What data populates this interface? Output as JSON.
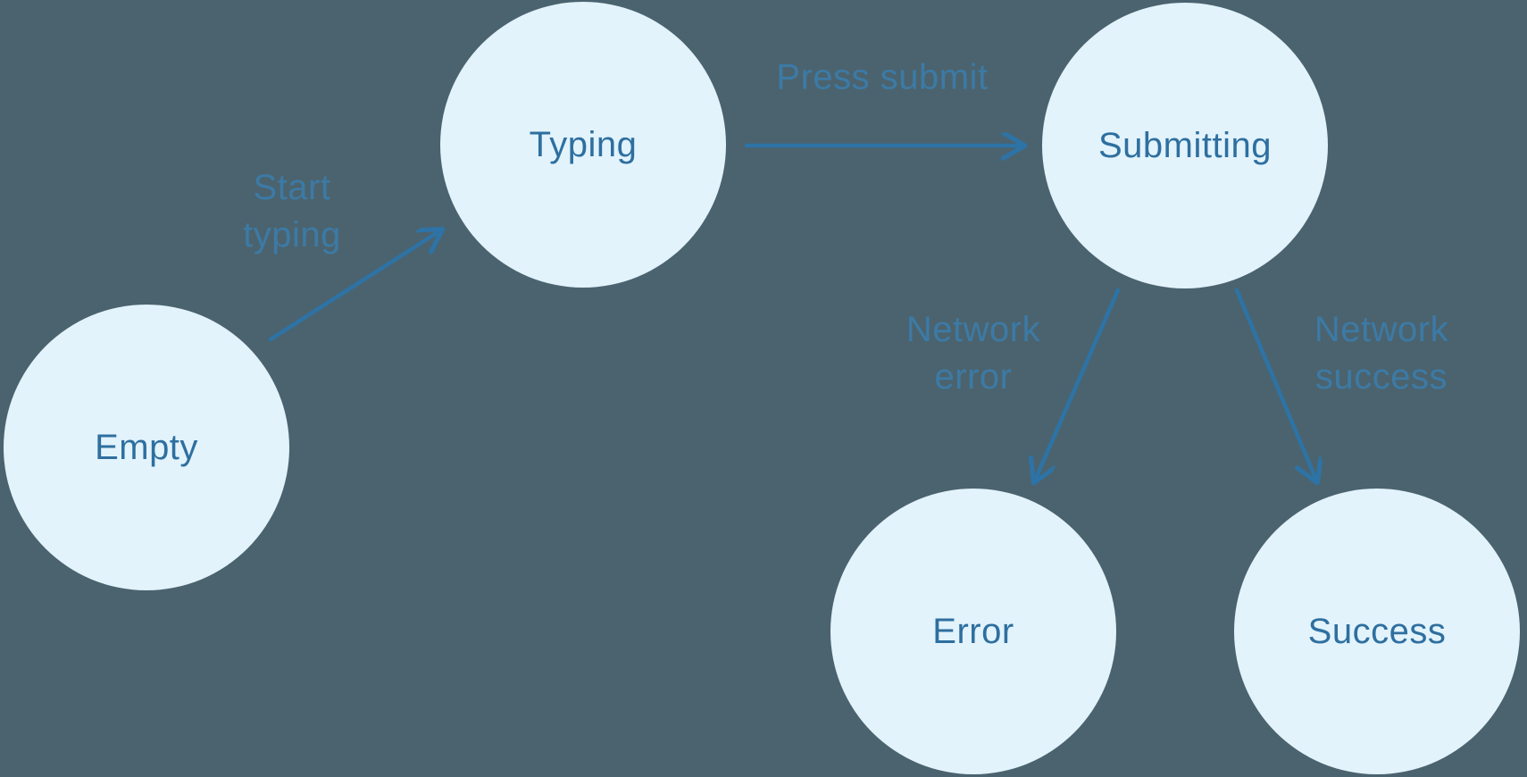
{
  "diagram": {
    "kind": "state-machine",
    "nodes": [
      {
        "id": "empty",
        "label": "Empty"
      },
      {
        "id": "typing",
        "label": "Typing"
      },
      {
        "id": "submitting",
        "label": "Submitting"
      },
      {
        "id": "error",
        "label": "Error"
      },
      {
        "id": "success",
        "label": "Success"
      }
    ],
    "edges": [
      {
        "from": "empty",
        "to": "typing",
        "label": "Start typing"
      },
      {
        "from": "typing",
        "to": "submitting",
        "label": "Press submit"
      },
      {
        "from": "submitting",
        "to": "error",
        "label": "Network error"
      },
      {
        "from": "submitting",
        "to": "success",
        "label": "Network success"
      }
    ],
    "colors": {
      "background": "#4b636e",
      "node_fill": "#e2f3fc",
      "node_text": "#2e6f9f",
      "arrow": "#2d73a6",
      "edge_label": "#3b7dab"
    }
  }
}
